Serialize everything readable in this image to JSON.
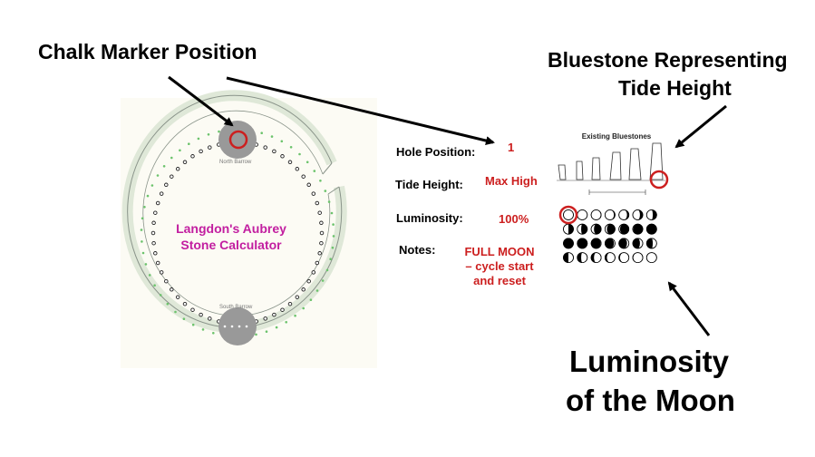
{
  "labels": {
    "chalk_marker": "Chalk Marker Position",
    "bluestone_line1": "Bluestone Representing",
    "bluestone_line2": "Tide Height",
    "luminosity_line1": "Luminosity",
    "luminosity_line2": "of the Moon"
  },
  "calculator": {
    "title_line1": "Langdon's Aubrey",
    "title_line2": "Stone Calculator",
    "north_barrow": "North Barrow",
    "south_barrow": "South Barrow"
  },
  "readout": {
    "hole_label": "Hole Position:",
    "hole_value": "1",
    "tide_label": "Tide Height:",
    "tide_value": "Max High",
    "luminosity_label": "Luminosity:",
    "luminosity_value": "100%",
    "notes_label": "Notes:",
    "notes_line1": "FULL MOON",
    "notes_line2": "– cycle start",
    "notes_line3": "and reset"
  },
  "bluestones": {
    "title": "Existing Bluestones"
  },
  "colors": {
    "highlight": "#cc1f1f",
    "title": "#c21ea0",
    "bank": "#dfe8d8",
    "barrow": "#999999"
  }
}
